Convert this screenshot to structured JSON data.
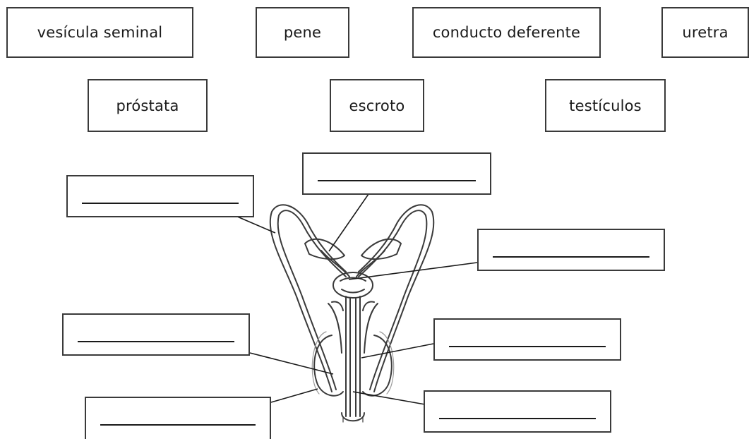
{
  "word_bank": {
    "row1": [
      "vesícula seminal",
      "pene",
      "conducto deferente",
      "uretra"
    ],
    "row2": [
      "próstata",
      "escroto",
      "testículos"
    ]
  },
  "answer_blanks": [
    {
      "id": "blank-1",
      "value": ""
    },
    {
      "id": "blank-2",
      "value": ""
    },
    {
      "id": "blank-3",
      "value": ""
    },
    {
      "id": "blank-4",
      "value": ""
    },
    {
      "id": "blank-5",
      "value": ""
    },
    {
      "id": "blank-6",
      "value": ""
    },
    {
      "id": "blank-7",
      "value": ""
    }
  ]
}
